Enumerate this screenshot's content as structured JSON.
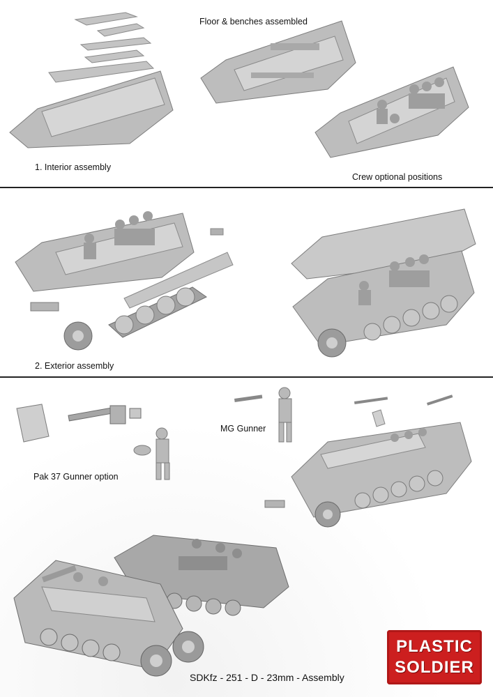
{
  "captions": {
    "floor_benches": "Floor & benches assembled",
    "interior": "1. Interior assembly",
    "crew_positions": "Crew optional positions",
    "exterior": "2. Exterior assembly",
    "mg_gunner": "MG Gunner",
    "pak_gunner": "Pak 37 Gunner option"
  },
  "logo": {
    "line1": "PLASTIC",
    "line2": "SOLDIER"
  },
  "footer": "SDKfz - 251 - D - 23mm - Assembly",
  "colors": {
    "model_grey": "#b8b8b8",
    "logo_red": "#cc1f1f",
    "rule": "#222222"
  }
}
